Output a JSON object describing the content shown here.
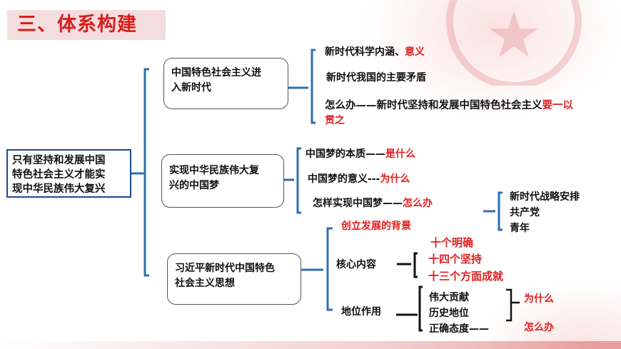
{
  "title": "三、体系构建",
  "root": {
    "lines": [
      "只有坚持和发展中国",
      "特色社会主义才能实",
      "现中华民族伟大复兴"
    ]
  },
  "branch1": {
    "label_lines": [
      "中国特色社会主义进",
      "入新时代"
    ],
    "items": {
      "item1_black": "新时代科学内涵、",
      "item1_red": "意义",
      "item2": "新时代我国的主要矛盾",
      "item3_black": "怎么办——新时代坚持和发展中国特色社会主义",
      "item3_red": "要一以",
      "item3_red_line2": "贯之"
    }
  },
  "branch2": {
    "label_lines": [
      "实现中华民族伟大复",
      "兴的中国梦"
    ],
    "items": {
      "item1_black": "中国梦的本质——",
      "item1_red": "是什么",
      "item2_black": "中国梦的意义---",
      "item2_red": "为什么",
      "item3_black": "怎样实现中国梦——",
      "item3_red": "怎么办"
    },
    "sub_items": [
      "新时代战略安排",
      "共产党",
      "青年"
    ]
  },
  "branch3": {
    "label_lines": [
      "习近平新时代中国特色",
      "社会主义思想"
    ],
    "background": "创立发展的背景",
    "core": {
      "label": "核心内容",
      "items": [
        "十个明确",
        "十四个坚持",
        "十三个方面成就"
      ]
    },
    "status": {
      "label": "地位作用",
      "items": [
        "伟大贡献",
        "历史地位",
        "正确态度——"
      ],
      "why": "为什么",
      "how": "怎么办"
    }
  },
  "colors": {
    "accent_red": "#e02020",
    "bracket_blue": "#2f6fb0",
    "title_bg": "#f4dddd"
  }
}
